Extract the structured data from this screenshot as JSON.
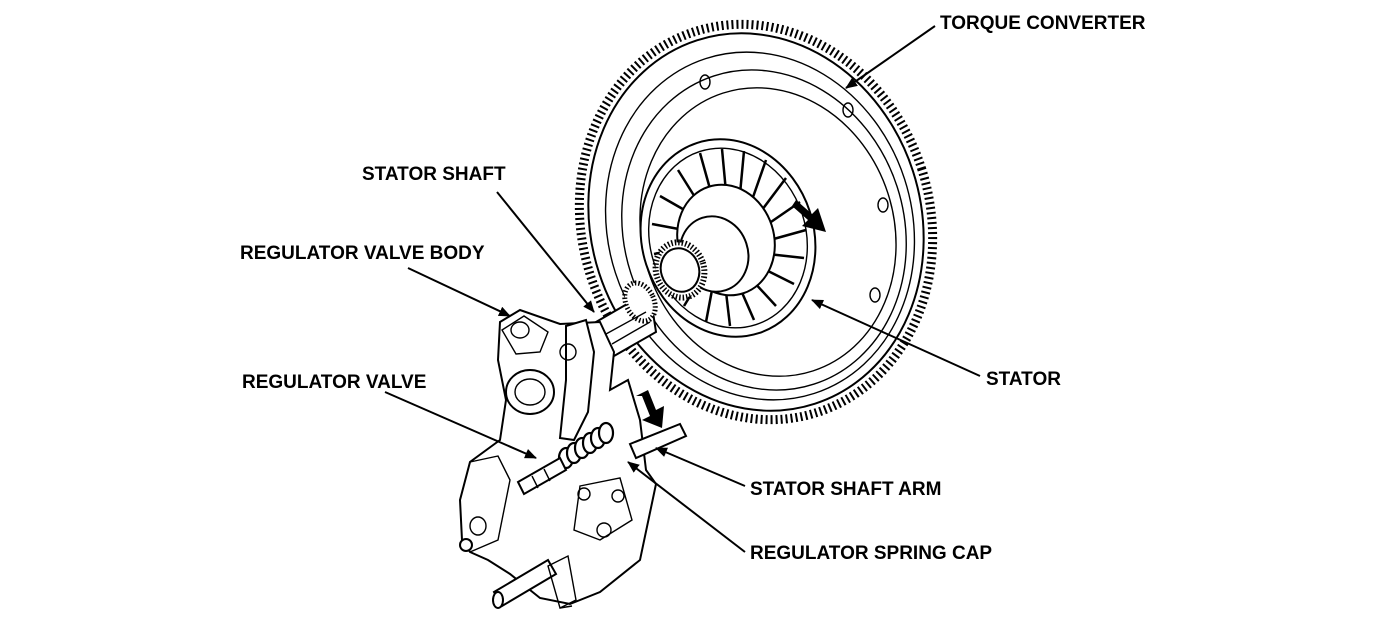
{
  "labels": {
    "torque_converter": "TORQUE CONVERTER",
    "stator_shaft": "STATOR SHAFT",
    "regulator_valve_body": "REGULATOR VALVE BODY",
    "regulator_valve": "REGULATOR VALVE",
    "stator": "STATOR",
    "stator_shaft_arm": "STATOR SHAFT ARM",
    "regulator_spring_cap": "REGULATOR SPRING CAP"
  },
  "colors": {
    "ink": "#000000",
    "background": "#ffffff"
  }
}
